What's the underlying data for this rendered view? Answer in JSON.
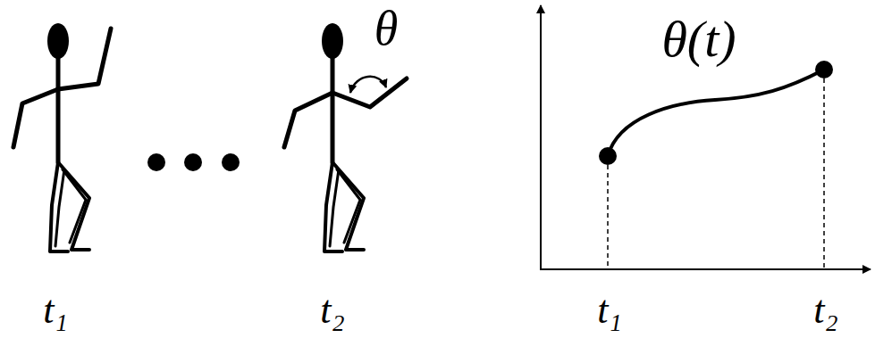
{
  "diagram": {
    "labels": [
      "t₁",
      "t₂",
      "θ",
      "θ(t)",
      "t₁",
      "t₂"
    ]
  }
}
